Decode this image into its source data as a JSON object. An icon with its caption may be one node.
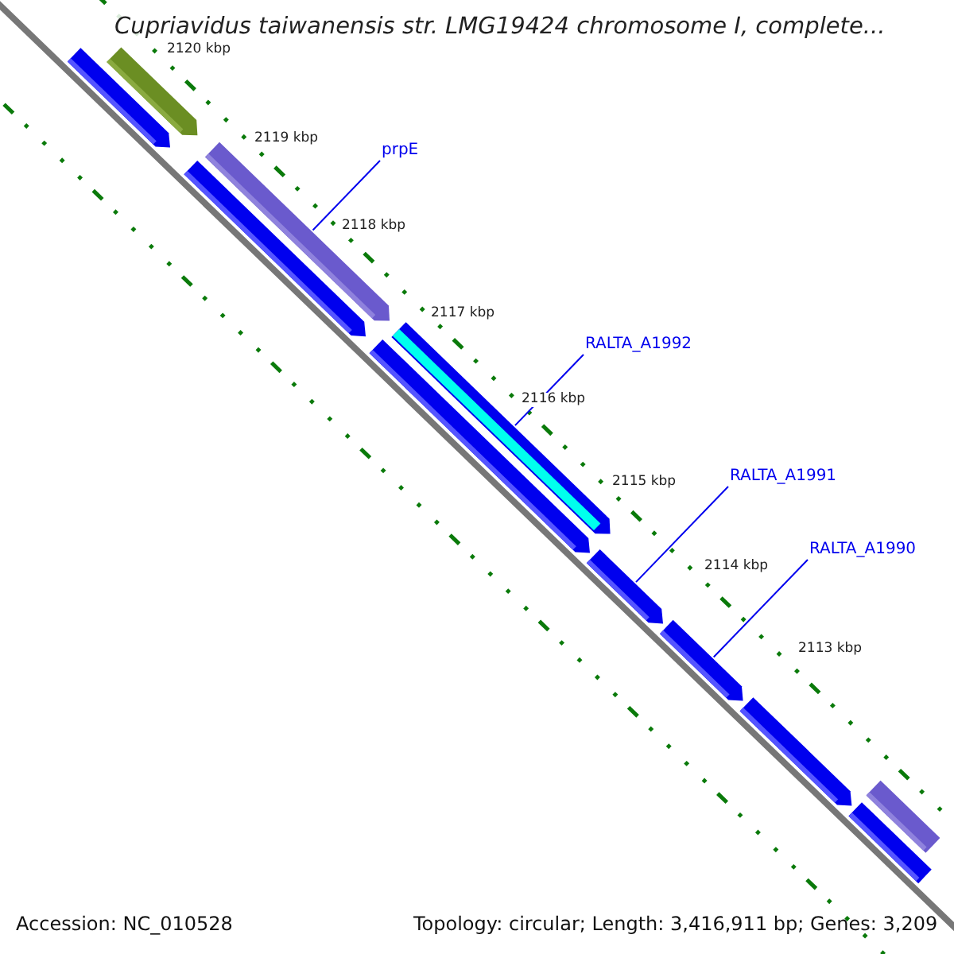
{
  "diagram": {
    "title": "Cupriavidus taiwanensis str. LMG19424 chromosome I, complete...",
    "nodes": [
      {
        "text": [],
        "shape": "arrow"
      },
      {
        "text": [],
        "shape": "arrow"
      },
      {
        "text": [
          "prpE"
        ]
      },
      {
        "text": [],
        "shape": "arrow"
      },
      {
        "text": [],
        "shape": "arrow"
      },
      {
        "text": [
          "RALTA_A1992"
        ]
      },
      {
        "text": [],
        "shape": "arrow"
      },
      {
        "text": [],
        "shape": "arrow"
      },
      {
        "text": [
          "RALTA_A1991"
        ]
      },
      {
        "text": [],
        "shape": "arrow"
      },
      {
        "text": [
          "RALTA_A1990"
        ]
      },
      {
        "text": [],
        "shape": "arrow"
      },
      {
        "text": [],
        "shape": "arrow"
      },
      {
        "text": [],
        "shape": "arrow"
      },
      {
        "text": [],
        "shape": "arrow"
      }
    ],
    "edges": [
      {
        "from": 2,
        "to": 3,
        "arrow": "none"
      },
      {
        "from": 5,
        "to": 6,
        "arrow": "none"
      },
      {
        "from": 8,
        "to": 9,
        "arrow": "none"
      },
      {
        "from": 10,
        "to": 11,
        "arrow": "none"
      }
    ],
    "labels": [
      "2120 kbp",
      "2119 kbp",
      "2118 kbp",
      "2117 kbp",
      "2116 kbp",
      "2115 kbp",
      "2114 kbp",
      "2113 kbp",
      "Accession: NC_010528",
      "Topology: circular; Length: 3,416,911 bp; Genes: 3,209"
    ]
  }
}
